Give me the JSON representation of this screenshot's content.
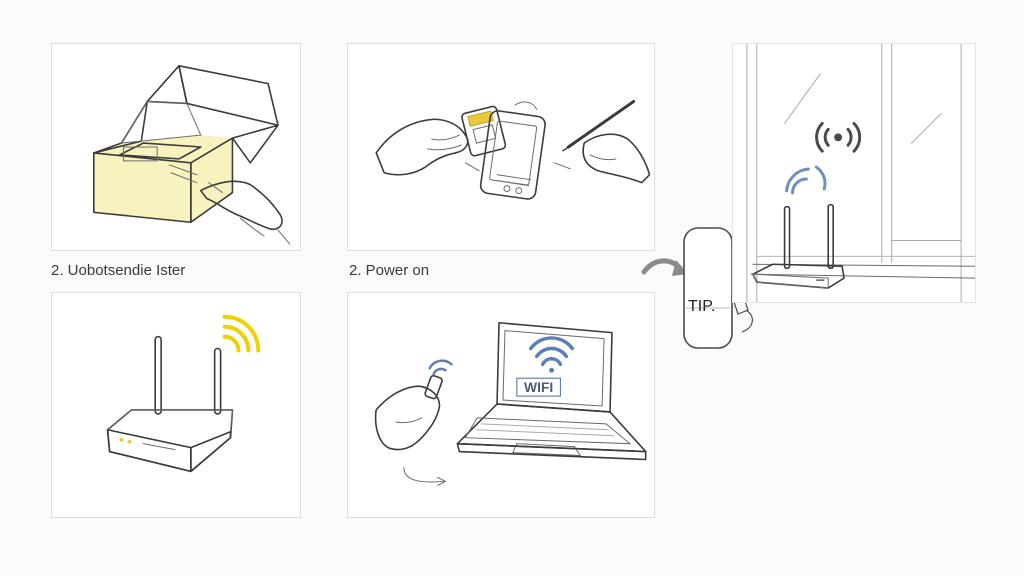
{
  "captions": {
    "step_one": "2. Uobotsendie Ister",
    "step_two": "2. Power on"
  },
  "screen_text": "WIFI",
  "tip_label": "TIP.",
  "colors": {
    "background": "#fbfbfa",
    "panel_border": "#dcdcdc",
    "ink": "#3b3b3b",
    "box_highlight": "#f4eea8",
    "sim_yellow": "#e8c93a",
    "wifi_yellow": "#f0d000",
    "wifi_blue": "#5b7fb5",
    "signal_dark": "#4a4a4a"
  },
  "icons": [
    "open-box-icon",
    "sim-card-icon",
    "smartphone-icon",
    "stylus-icon",
    "router-icon",
    "wifi-signal-icon",
    "laptop-icon",
    "hand-icon",
    "window-icon",
    "arrow-icon"
  ]
}
